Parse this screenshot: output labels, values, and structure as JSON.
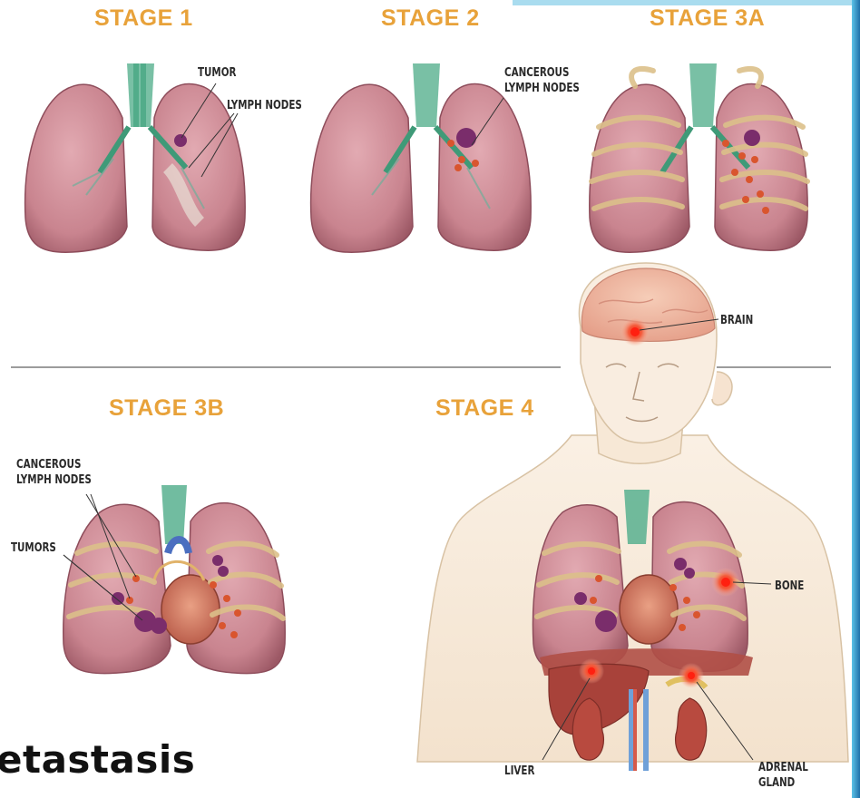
{
  "stages": {
    "stage1": "STAGE 1",
    "stage2": "STAGE 2",
    "stage3a": "STAGE 3A",
    "stage3b": "STAGE 3B",
    "stage4": "STAGE 4"
  },
  "labels": {
    "tumor": "TUMOR",
    "lymph_nodes": "LYMPH NODES",
    "cancerous_lymph_nodes_s2": "CANCEROUS\nLYMPH NODES",
    "brain": "BRAIN",
    "cancerous_lymph_nodes_s3b": "CANCEROUS\nLYMPH NODES",
    "tumors": "TUMORS",
    "bone": "BONE",
    "liver": "LIVER",
    "adrenal_gland": "ADRENAL\nGLAND"
  },
  "caption": "etastasis",
  "colors": {
    "stage_title": "#e8a23a",
    "lung": "#c9848f",
    "lung_dark": "#a7626f",
    "trachea": "#4a9b7e",
    "tumor": "#7a2d6b",
    "node": "#d9552e",
    "rib": "#dcc08a",
    "skin": "#f7e8d6",
    "brain": "#f0b6a0",
    "liver": "#a8423a",
    "kidney": "#b84a3f",
    "hotspot": "#ee3322",
    "frame_accent": "#2b8fc7"
  }
}
